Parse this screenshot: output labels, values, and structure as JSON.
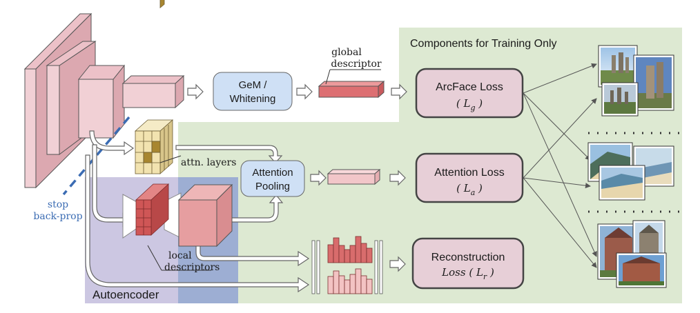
{
  "regions": {
    "training_title": "Components for Training Only",
    "autoencoder": "Autoencoder"
  },
  "nodes": {
    "gem": {
      "line1": "GeM /",
      "line2": "Whitening"
    },
    "global_descriptor": {
      "line1": "global",
      "line2": "descriptor"
    },
    "attn_layers": "attn. layers",
    "attention_pooling": {
      "line1": "Attention",
      "line2": "Pooling"
    },
    "local_descriptors": {
      "line1": "local",
      "line2": "descriptors"
    },
    "stop_backprop": {
      "line1": "stop",
      "line2": "back-prop"
    }
  },
  "losses": {
    "arcface": {
      "line1": "ArcFace Loss",
      "line2": "( L",
      "sub": "g",
      "close": " )"
    },
    "attention": {
      "line1": "Attention Loss",
      "line2": "( L",
      "sub": "a",
      "close": " )"
    },
    "reconstruction": {
      "line1": "Reconstruction",
      "line2": "Loss ( L",
      "sub": "r",
      "close": " )"
    }
  },
  "colors": {
    "training_bg": "#dde9d2",
    "autoencoder_bg": "#ccc7e2",
    "autoencoder_overlap": "#9daed3",
    "cnn_face": "#f1d0d5",
    "cnn_side": "#dca8b0",
    "loss_box": "#e7cfd7",
    "blue_box": "#cfe0f5",
    "global_desc": "#dd6f72",
    "attn_grid": "#f2e3b0",
    "attn_dark": "#a88630",
    "local_red": "#cf5656",
    "stop_line": "#3b6cb3"
  },
  "icons": [
    "photo-thumbnail-icon"
  ]
}
